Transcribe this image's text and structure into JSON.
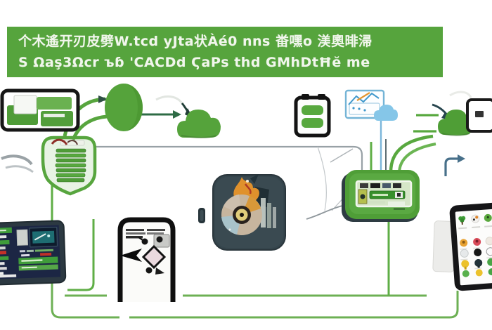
{
  "banner": {
    "background_color": "#56a43d",
    "text_color": "#f1f6ec",
    "line1": "个木遙开刃皮劈W.tcd yJta状Àé0 nns 畨嘿o 渼奧㫵㴆",
    "line2": "S Ωaş3Ωcr ъɓ ꞌCACDd ϚaΡs thd GMhDtĦĕ me"
  },
  "palette": {
    "brand_green": "#56a43d",
    "dark_green": "#3f8a2c",
    "line_green": "#6db054",
    "slate": "#35454c",
    "navy_screen": "#1c2644",
    "gray_line": "#98a1a6",
    "blue": "#5fa8d4",
    "black": "#141414",
    "accent_orange": "#e0912c",
    "accent_red": "#c03028"
  },
  "nodes": [
    {
      "id": "printer-device",
      "icon": "printer-icon"
    },
    {
      "id": "shield-stack",
      "icon": "layered-documents-shield-icon"
    },
    {
      "id": "data-blob",
      "icon": "blob-icon"
    },
    {
      "id": "cloud-left",
      "icon": "cloud-icon"
    },
    {
      "id": "clipboard",
      "icon": "clipboard-icon"
    },
    {
      "id": "analytics-board",
      "icon": "line-chart-icon"
    },
    {
      "id": "cloud-small-blue",
      "icon": "cloud-icon"
    },
    {
      "id": "cloud-right",
      "icon": "cloud-icon"
    },
    {
      "id": "memo-card",
      "icon": "card-icon"
    },
    {
      "id": "router-hub",
      "icon": "hub-device-icon"
    },
    {
      "id": "speaker-device",
      "icon": "disc-player-icon"
    },
    {
      "id": "kiosk-sign",
      "icon": "kiosk-icon"
    },
    {
      "id": "dashboard-monitor",
      "icon": "monitor-icon"
    },
    {
      "id": "app-tablet",
      "icon": "tablet-icon"
    },
    {
      "id": "paper-bird",
      "icon": "bird-icon"
    }
  ]
}
